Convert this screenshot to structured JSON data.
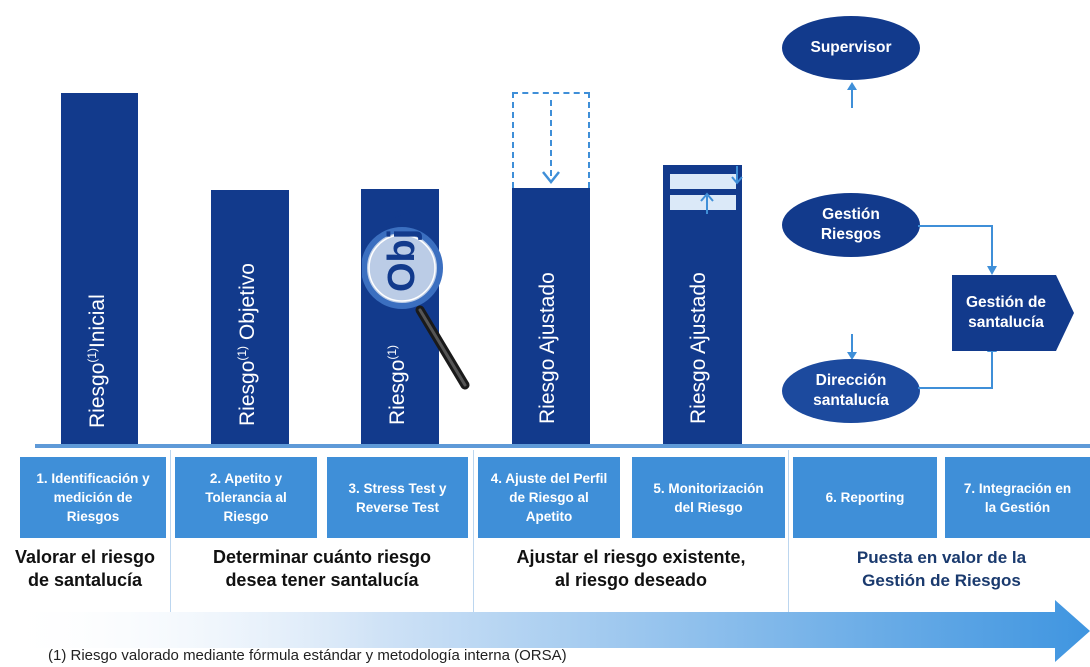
{
  "bars": [
    {
      "label_pre": "Riesgo",
      "sup": "(1)",
      "label_post": "Inicial"
    },
    {
      "label_pre": "Riesgo",
      "sup": "(1)",
      "label_post": " Objetivo"
    },
    {
      "label_pre": "Riesgo",
      "sup": "(1)",
      "label_post": "",
      "magnifier_text": "Objivo"
    },
    {
      "label_pre": "Riesgo Ajustado",
      "sup": "",
      "label_post": ""
    },
    {
      "label_pre": "Riesgo Ajustado",
      "sup": "",
      "label_post": ""
    }
  ],
  "steps": [
    "1. Identificación y\nmedición de\nRiesgos",
    "2. Apetito y\nTolerancia al\nRiesgo",
    "3. Stress Test y\nReverse Test",
    "4. Ajuste del Perfil\nde Riesgo al\nApetito",
    "5. Monitorización\ndel Riesgo",
    "6. Reporting",
    "7. Integración en\nla Gestión"
  ],
  "phases": [
    "Valorar el riesgo\nde santalucía",
    "Determinar cuánto riesgo\ndesea tener santalucía",
    "Ajustar el riesgo existente,\nal riesgo deseado",
    "Puesta en valor de la\nGestión de Riesgos"
  ],
  "governance": {
    "supervisor": "Supervisor",
    "gestion_riesgos": "Gestión\nRiesgos",
    "direccion": "Dirección\nsantalucía",
    "gestion_santalucia": "Gestión de\nsantalucía"
  },
  "footnote": "(1) Riesgo valorado mediante fórmula estándar y metodología interna (ORSA)",
  "colors": {
    "dark_blue": "#123a8c",
    "step_blue": "#3f8fd8",
    "line_blue": "#bcd6ef"
  }
}
